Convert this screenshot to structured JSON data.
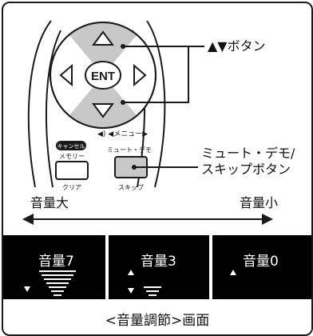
{
  "labels": {
    "updown": "▲▼ボタン",
    "mute_line1": "ミュート・デモ/",
    "mute_line2": "スキップボタン"
  },
  "remote": {
    "enter": "ENT",
    "menu_label": "◀)  ◀メニュー▶",
    "cancel_badge": "キャンセル",
    "memory": "メモリー",
    "mute_demo": "ミュート・デモ",
    "clear": "クリア",
    "skip": "スキップ"
  },
  "volume_range": {
    "left": "音量大",
    "right": "音量小"
  },
  "screens": [
    {
      "text": "音量7",
      "level": 7,
      "arrow_up": false,
      "arrow_down": true
    },
    {
      "text": "音量3",
      "level": 3,
      "arrow_up": true,
      "arrow_down": true
    },
    {
      "text": "音量0",
      "level": 0,
      "arrow_up": true,
      "arrow_down": false
    }
  ],
  "caption": "<音量調節>画面",
  "colors": {
    "highlight": "#c8c8c8",
    "screen_bg": "#000000",
    "line": "#1a1a1a"
  }
}
